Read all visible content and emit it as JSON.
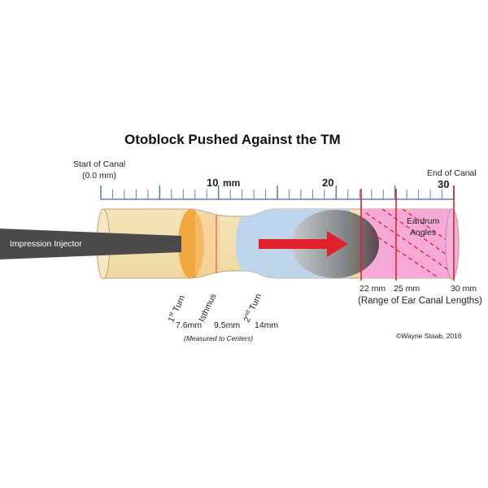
{
  "title": "Otoblock Pushed Against the TM",
  "scale": {
    "start_label_line1": "Start of Canal",
    "start_label_line2": "(0.0 mm)",
    "end_label": "End of Canal",
    "mark_10": "10",
    "mark_10_unit": "mm",
    "mark_20": "20",
    "mark_30": "30"
  },
  "injector_label": "Impression Injector",
  "eardrum_label_line1": "Eardrum",
  "eardrum_label_line2": "Angles",
  "anatomy": {
    "first_turn": "1st Turn",
    "isthmus": "Isthmus",
    "second_turn": "2nd Turn",
    "first_turn_mm": "7.6mm",
    "isthmus_mm": "9.5mm",
    "second_turn_mm": "14mm",
    "measured_note": "(Measured to Centers)"
  },
  "lengths": {
    "l22": "22 mm",
    "l25": "25 mm",
    "l30": "30 mm",
    "range_label": "(Range of Ear Canal Lengths)"
  },
  "copyright": "©Wayne Staab, 2016",
  "colors": {
    "scale_blue": "#5b7fbf",
    "canal_yellow": "#f7e3b0",
    "turn_orange": "#f2a234",
    "block_blue": "#b9d4ef",
    "eardrum_pink": "#f6a9d6",
    "arrow_red": "#e0202a",
    "divider_red": "#d9232d",
    "injector_gray": "#4a4a4a"
  }
}
